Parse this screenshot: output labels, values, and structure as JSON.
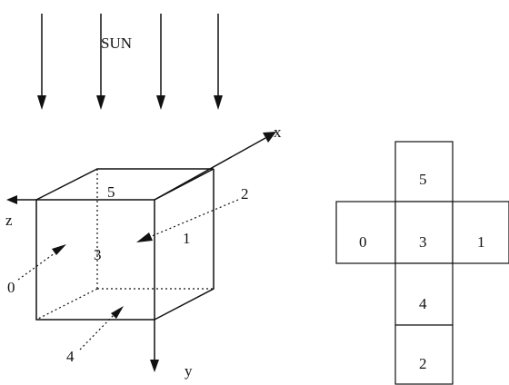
{
  "sun": {
    "label": "SUN",
    "rays": 4
  },
  "axes": {
    "x": "x",
    "y": "y",
    "z": "z"
  },
  "cube_labels": {
    "top_face": "5",
    "front_face": "3",
    "right_face": "1",
    "left_face": "0",
    "back_face": "2",
    "bottom_face": "4"
  },
  "unfolded_net": {
    "cells": [
      "5",
      "0",
      "3",
      "1",
      "4",
      "2"
    ]
  }
}
